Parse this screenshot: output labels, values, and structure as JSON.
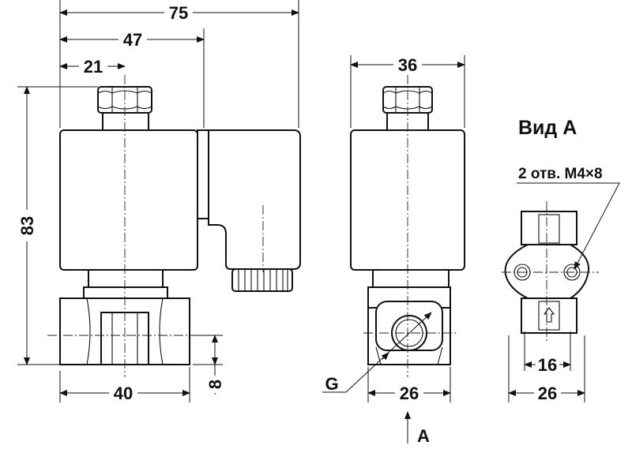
{
  "dimensions": {
    "overall_width": "75",
    "to_connector": "47",
    "to_axis": "21",
    "height": "83",
    "base_width": "40",
    "pipe_offset": "8",
    "side_width": "36",
    "side_base": "26",
    "mount_spacing": "16",
    "mount_width": "26"
  },
  "labels": {
    "port_thread": "G",
    "view_arrow": "A",
    "view_title": "Вид А",
    "mount_holes": "2 отв. М4×8"
  },
  "colors": {
    "line": "#111111",
    "background": "#ffffff"
  }
}
